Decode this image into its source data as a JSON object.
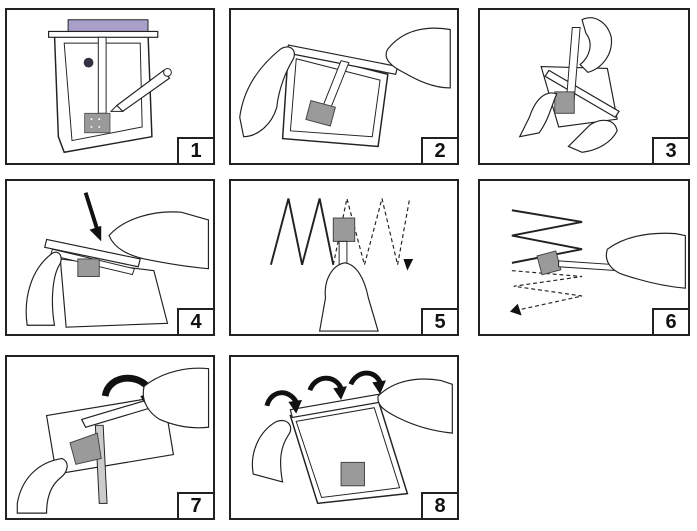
{
  "steps": [
    {
      "number": "1"
    },
    {
      "number": "2"
    },
    {
      "number": "3"
    },
    {
      "number": "4"
    },
    {
      "number": "5"
    },
    {
      "number": "6"
    },
    {
      "number": "7"
    },
    {
      "number": "8"
    }
  ],
  "colors": {
    "line": "#222222",
    "swab_pad": "#9a9a9a",
    "lavender_band": "#a8a0c8",
    "arrow": "#111111"
  }
}
